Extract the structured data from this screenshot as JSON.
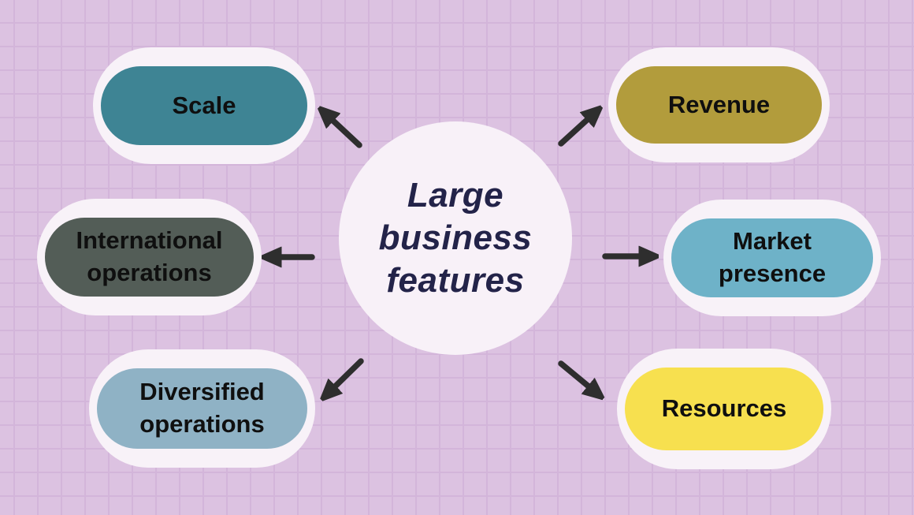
{
  "diagram": {
    "center": {
      "label": "Large business features"
    },
    "nodes": [
      {
        "id": "scale",
        "label": "Scale",
        "color": "#3E8494"
      },
      {
        "id": "revenue",
        "label": "Revenue",
        "color": "#B29C3C"
      },
      {
        "id": "international-operations",
        "label": "International operations",
        "color": "#535D57"
      },
      {
        "id": "market-presence",
        "label": "Market presence",
        "color": "#6EB2C8"
      },
      {
        "id": "diversified-operations",
        "label": "Diversified operations",
        "color": "#8FB2C5"
      },
      {
        "id": "resources",
        "label": "Resources",
        "color": "#F7E04F"
      }
    ],
    "colors": {
      "background": "#DCC2E1",
      "grid_line": "#D3B5DA",
      "node_halo": "#F8F2F8",
      "center_circle": "#F8F1F8",
      "center_text": "#232349",
      "node_text": "#0F0F0F",
      "arrow": "#2E2E2E"
    }
  }
}
